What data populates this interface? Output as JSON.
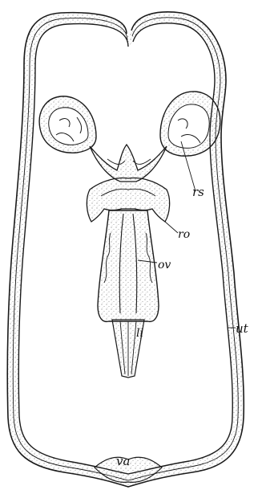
{
  "labels": {
    "rs": "rs",
    "ro": "ro",
    "ov": "ov",
    "ut": "ut",
    "li": "li",
    "va": "va"
  },
  "colors": {
    "ink": "#1a1a1a",
    "stipple": "#555555",
    "background": "#ffffff"
  }
}
